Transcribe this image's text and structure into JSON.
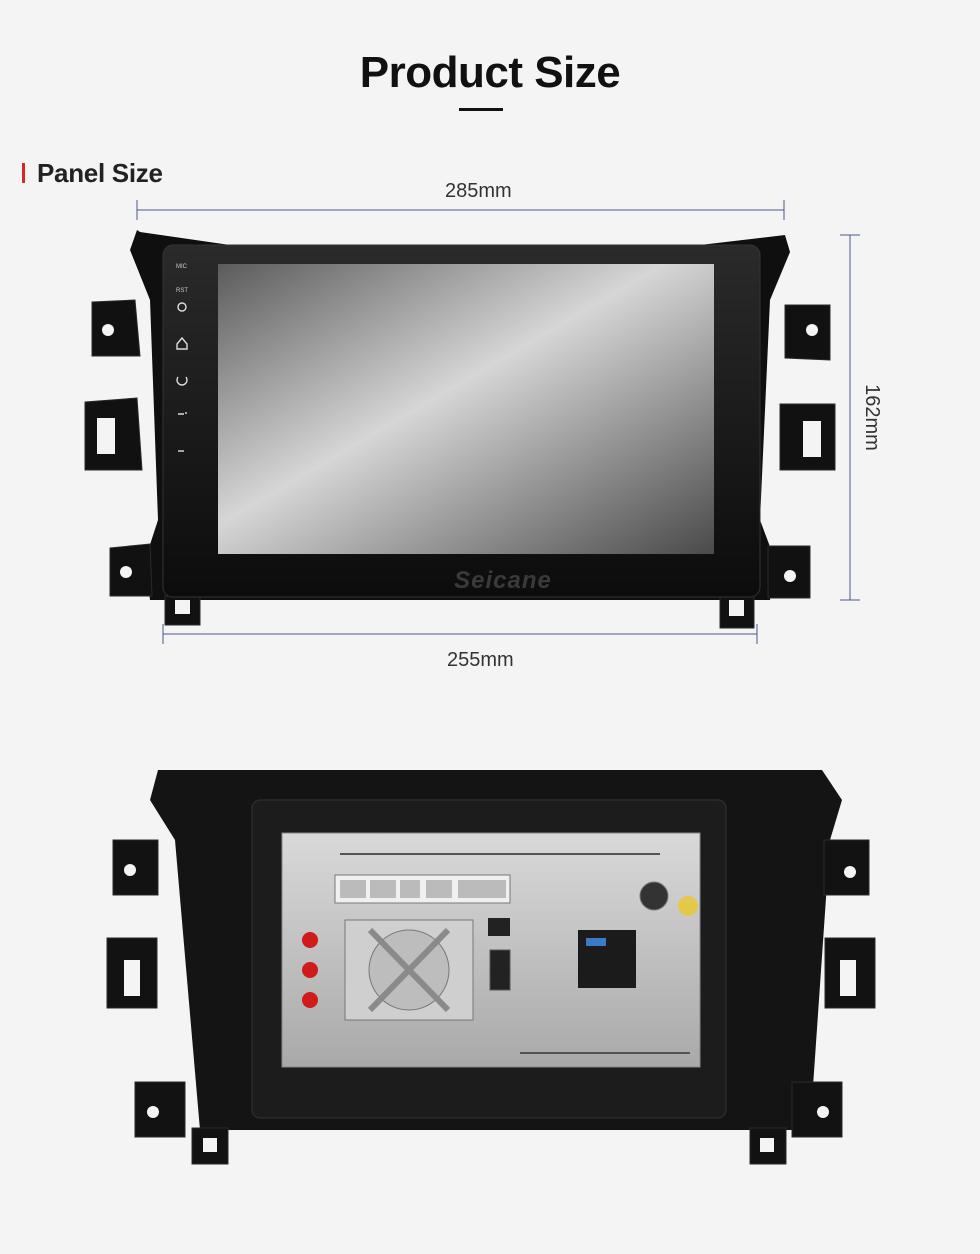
{
  "header": {
    "title": "Product Size"
  },
  "section": {
    "label": "Panel Size"
  },
  "dimensions": {
    "top_width": "285mm",
    "bottom_width": "255mm",
    "height": "162mm"
  },
  "front_panel": {
    "side_buttons": [
      "MIC",
      "RST",
      "power-icon",
      "home-icon",
      "back-icon",
      "volume-up-icon",
      "volume-down-icon"
    ],
    "brand": "Seicane"
  },
  "colors": {
    "accent": "#d8262c",
    "dimension_line": "#4a5a8c"
  }
}
